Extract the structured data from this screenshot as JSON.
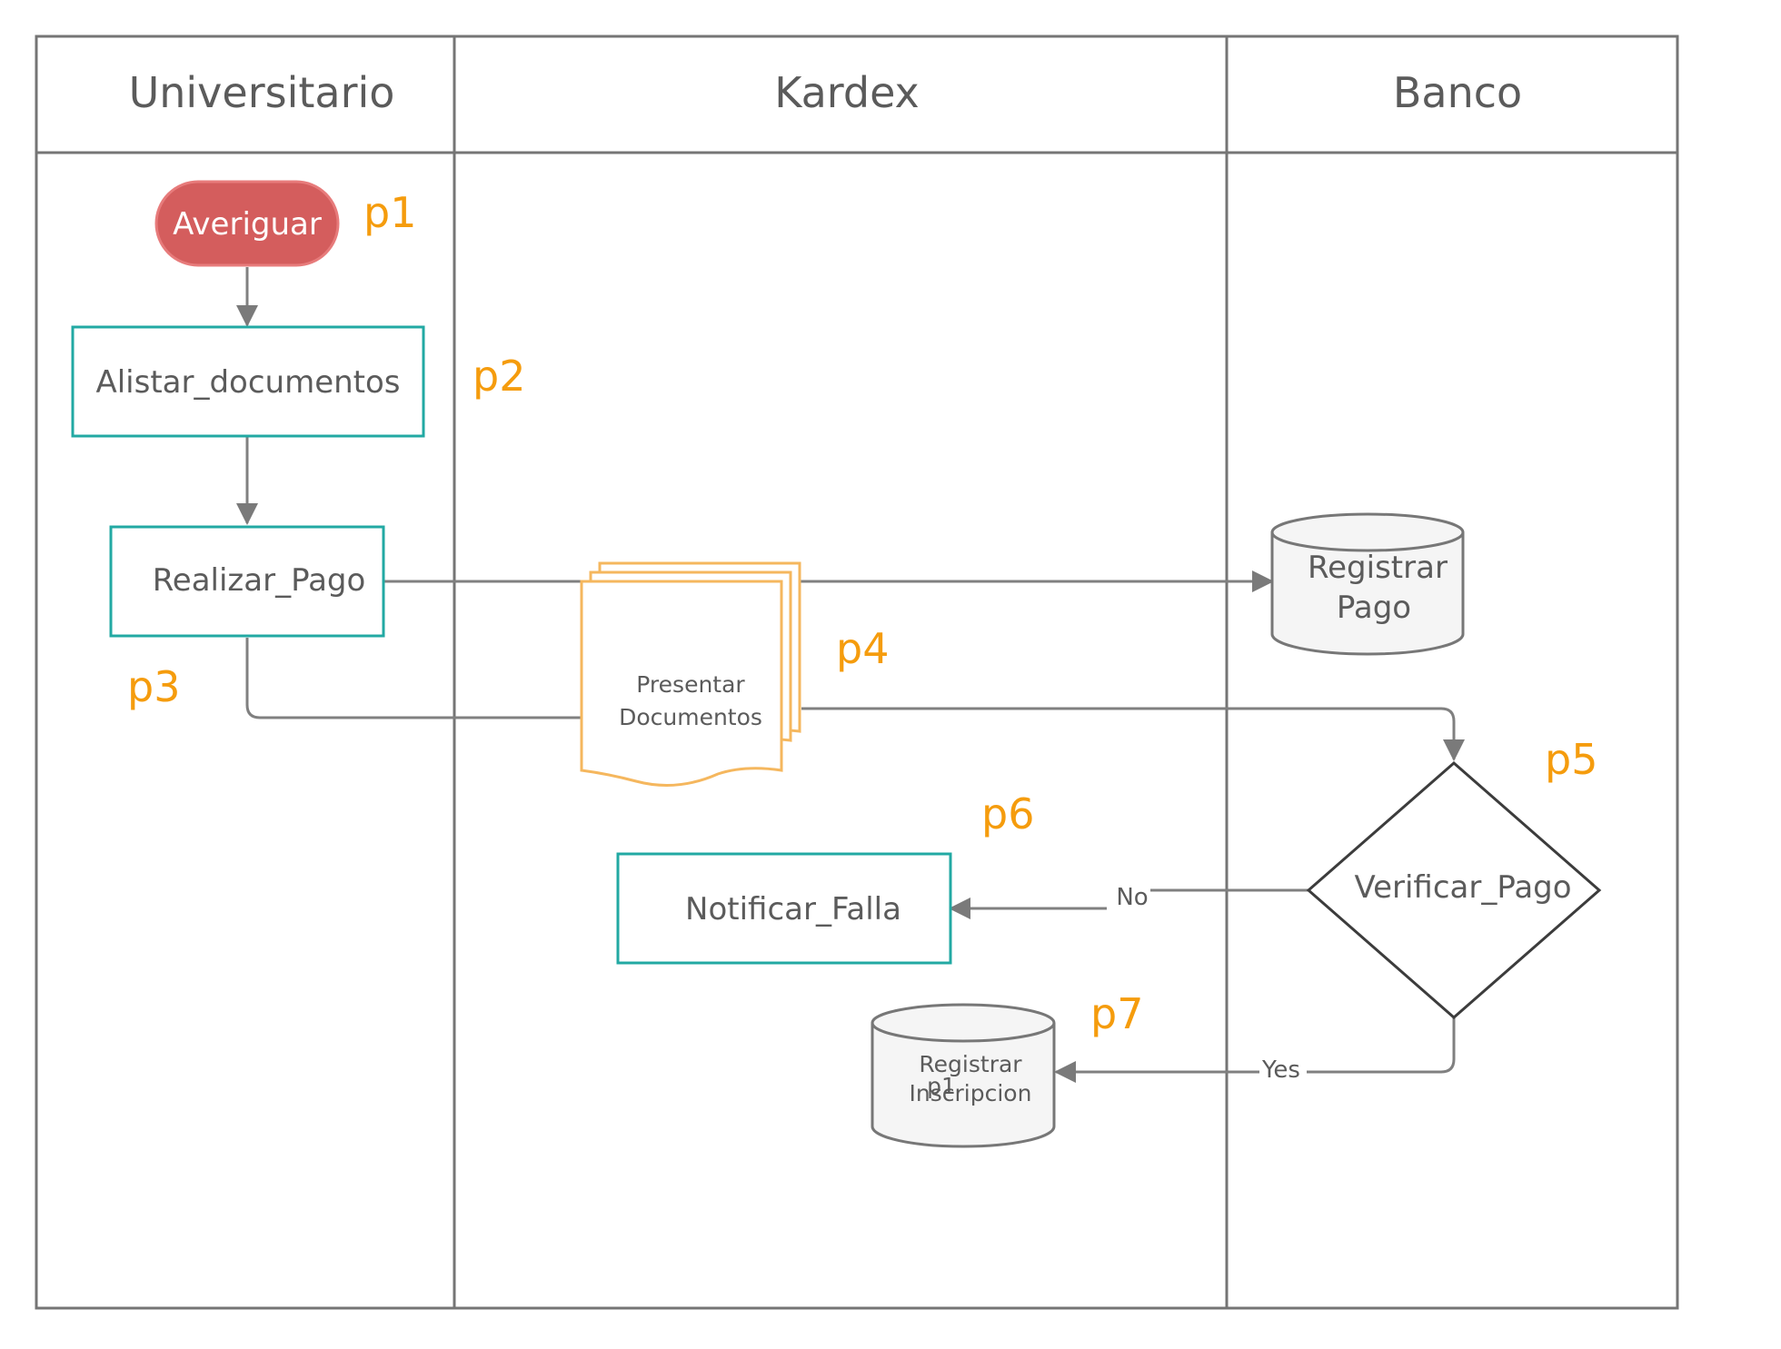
{
  "colors": {
    "lane_border": "#757575",
    "process_border": "#22a9a3",
    "terminator_fill": "#d45d5d",
    "document_border": "#f5b75e",
    "step_label": "#f59c0d",
    "connector": "#808080"
  },
  "lanes": [
    {
      "title": "Universitario"
    },
    {
      "title": "Kardex"
    },
    {
      "title": "Banco"
    }
  ],
  "nodes": {
    "averiguar": {
      "label": "Averiguar",
      "shape": "terminator"
    },
    "alistar_documentos": {
      "label": "Alistar_documentos",
      "shape": "process"
    },
    "realizar_pago": {
      "label": "Realizar_Pago",
      "shape": "process"
    },
    "registrar_pago": {
      "label_line1": "Registrar",
      "label_line2": "Pago",
      "shape": "database"
    },
    "presentar_documentos": {
      "label_line1": "Presentar",
      "label_line2": "Documentos",
      "shape": "multi-document"
    },
    "verificar_pago": {
      "label": "Verificar_Pago",
      "shape": "decision"
    },
    "notificar_falla": {
      "label": "Notificar_Falla",
      "shape": "process"
    },
    "registrar_inscripcion": {
      "label_line1": "Registrar",
      "label_line2": "Inscripcion",
      "overlay": "p1",
      "shape": "database"
    }
  },
  "edges": {
    "no_label": "No",
    "yes_label": "Yes"
  },
  "steps": [
    "p1",
    "p2",
    "p3",
    "p4",
    "p5",
    "p6",
    "p7"
  ]
}
